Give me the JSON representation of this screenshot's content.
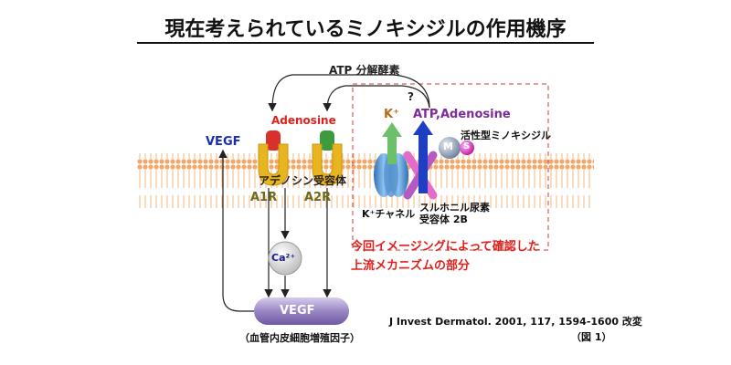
{
  "title": "現在考えられているミノキシジルの作用機序",
  "atp_enzyme": "ATP 分解酵素",
  "question_mark": "?",
  "adenosine_left": "Adenosine",
  "k_plus": "K⁺",
  "atp_adenosine": "ATP,Adenosine",
  "active_minoxidil": "活性型ミノキシジル",
  "vegf_top": "VEGF",
  "adenosine_receptor": "アデノシン受容体",
  "a1r": "A1R",
  "a2r": "A2R",
  "k_channel": "K⁺チャネル",
  "sulfonylurea_line1": "スルホニル尿素",
  "sulfonylurea_line2": "受容体 2B",
  "ca": "Ca²⁺",
  "m_label": "M",
  "s_label": "S",
  "note_line1": "今回イメージングによって確認した",
  "note_line2": "上流メカニズムの部分",
  "vegf_box": "VEGF",
  "vegf_full": "（血管内皮細胞増殖因子）",
  "citation": "J Invest Dermatol. 2001, 117, 1594-1600 改変",
  "figure_label": "（図 1）",
  "colors": {
    "membrane": "#f6c28e",
    "red_text": "#e0201b",
    "vegf_blue": "#1a2fb0",
    "receptor_green": "#3e9a3e",
    "receptor_red": "#d8302a",
    "atp_purple": "#7e2a9b",
    "vegf_box": "#9a86c4"
  }
}
